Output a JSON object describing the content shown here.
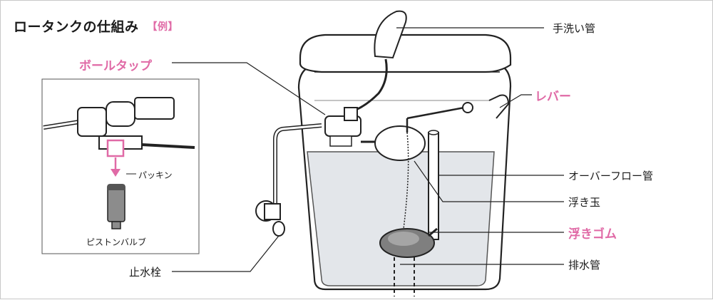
{
  "title": "ロータンクの仕組み",
  "title_tag": "【例】",
  "labels": {
    "ball_tap": "ボールタップ",
    "hand_wash_pipe": "手洗い管",
    "lever": "レバー",
    "overflow_pipe": "オーバーフロー管",
    "float_ball": "浮き玉",
    "flapper": "浮きゴム",
    "drain_pipe": "排水管",
    "stop_valve": "止水栓",
    "packing": "パッキン",
    "piston_valve": "ピストンバルブ"
  },
  "colors": {
    "accent_pink": "#e06aa6",
    "water": "#e3e6ea",
    "line": "#1a1a1a"
  }
}
